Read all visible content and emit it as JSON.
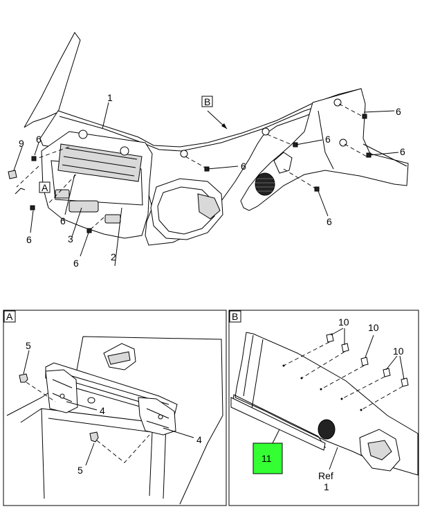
{
  "main_view": {
    "labels": {
      "p1": "1",
      "p2": "2",
      "p3": "3",
      "p6a": "6",
      "p6b": "6",
      "p6c": "6",
      "p6d": "6",
      "p6e": "6",
      "p6f": "6",
      "p6g": "6",
      "p6h": "6",
      "p9": "9"
    },
    "callout_a": "A",
    "callout_b": "B"
  },
  "detail_a": {
    "tag": "A",
    "labels": {
      "p5a": "5",
      "p5b": "5",
      "p4a": "4",
      "p4b": "4"
    }
  },
  "detail_b": {
    "tag": "B",
    "labels": {
      "p10a": "10",
      "p10b": "10",
      "p10c": "10",
      "p11": "11",
      "ref": "Ref",
      "ref_num": "1"
    },
    "highlight_color": "#33ff33"
  }
}
